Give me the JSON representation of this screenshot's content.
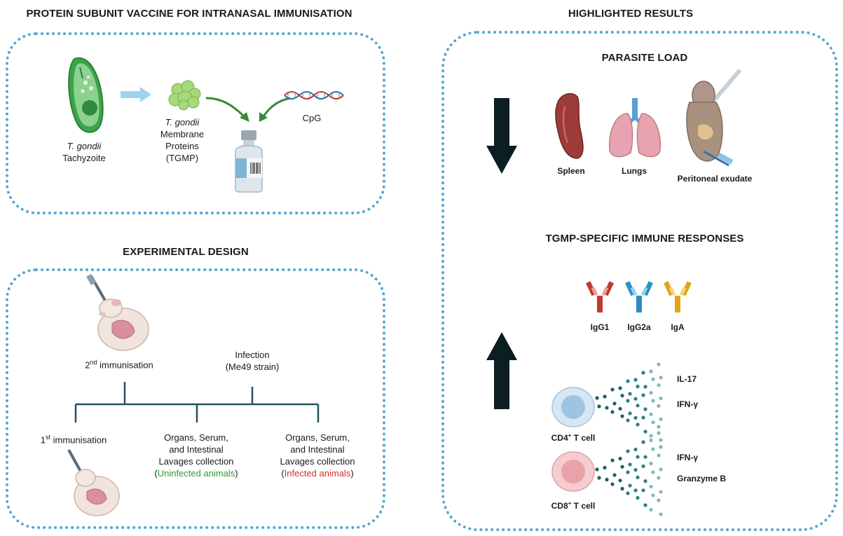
{
  "left_top": {
    "title": "PROTEIN SUBUNIT VACCINE FOR INTRANASAL  IMMUNISATION",
    "tachyzoite_species": "T. gondii",
    "tachyzoite_label": "Tachyzoite",
    "tgmp_species": "T. gondii",
    "tgmp_line1": "Membrane",
    "tgmp_line2": "Proteins",
    "tgmp_line3": "(TGMP)",
    "cpg_label": "CpG"
  },
  "experimental": {
    "title": "EXPERIMENTAL DESIGN",
    "second_immunisation_sup": "nd",
    "second_immunisation_prefix": "2",
    "second_immunisation_text": " immunisation",
    "infection_line1": "Infection",
    "infection_line2": "(Me49 strain)",
    "first_immunisation_prefix": "1",
    "first_immunisation_sup": "st",
    "first_immunisation_text": " immunisation",
    "collection_a_line1": "Organs, Serum,",
    "collection_a_line2": "and Intestinal",
    "collection_a_line3": "Lavages collection",
    "collection_a_status": "Uninfected animals",
    "collection_b_line1": "Organs, Serum,",
    "collection_b_line2": "and Intestinal",
    "collection_b_line3": "Lavages collection",
    "collection_b_status": "Infected animals",
    "paren_open": "(",
    "paren_close": ")"
  },
  "results": {
    "title": "HIGHLIGHTED RESULTS",
    "parasite_load_title": "PARASITE LOAD",
    "spleen": "Spleen",
    "lungs": "Lungs",
    "peritoneal": "Peritoneal exudate",
    "immune_title": "TGMP-SPECIFIC IMMUNE RESPONSES",
    "igg1": "IgG1",
    "igg2a": "IgG2a",
    "iga": "IgA",
    "il17": "IL-17",
    "ifn_cd4": "IFN-γ",
    "ifn_cd8": "IFN-γ",
    "granzyme": "Granzyme B",
    "cd4_prefix": "CD4",
    "cd4_sup": "+",
    "cd4_suffix": " T cell",
    "cd8_prefix": "CD8",
    "cd8_sup": "+",
    "cd8_suffix": " T cell"
  },
  "colors": {
    "panel_border": "#4fa7cf",
    "uninfected": "#2e9a3a",
    "infected": "#d0312d",
    "arrow": "#0b1e22",
    "igg1": "#c0392b",
    "igg2a": "#2a8fc4",
    "iga": "#e3a317"
  },
  "icons": [
    "tachyzoite-icon",
    "arrow-right-icon",
    "membrane-protein-icon",
    "dna-helix-icon",
    "vaccine-vial-icon",
    "mouse-intranasal-icon",
    "spleen-icon",
    "lungs-icon",
    "mouse-peritoneal-icon",
    "down-arrow-icon",
    "up-arrow-icon",
    "antibody-icon",
    "t-cell-icon",
    "cytokine-dots-icon"
  ]
}
